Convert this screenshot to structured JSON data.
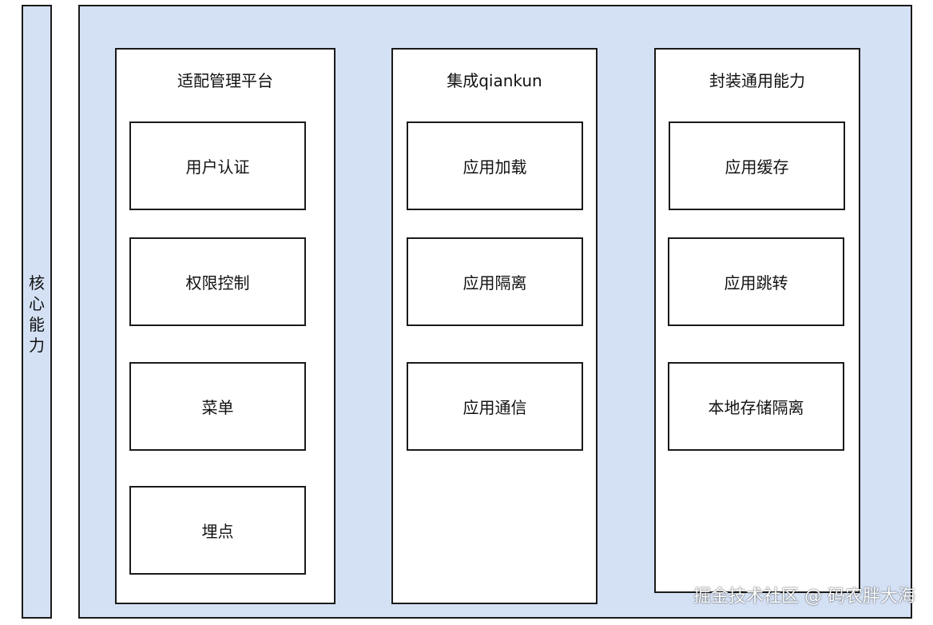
{
  "side": {
    "chars": [
      "核",
      "心",
      "能",
      "力"
    ]
  },
  "columns": [
    {
      "title": "适配管理平台",
      "items": [
        "用户认证",
        "权限控制",
        "菜单",
        "埋点"
      ]
    },
    {
      "title": "集成qiankun",
      "items": [
        "应用加载",
        "应用隔离",
        "应用通信"
      ]
    },
    {
      "title": "封装通用能力",
      "items": [
        "应用缓存",
        "应用跳转",
        "本地存储隔离"
      ]
    }
  ],
  "watermark": "掘金技术社区 @ 码农胖大海",
  "colors": {
    "fill": "#d4e1f5",
    "stroke": "#1a1a1a",
    "box": "#ffffff"
  }
}
